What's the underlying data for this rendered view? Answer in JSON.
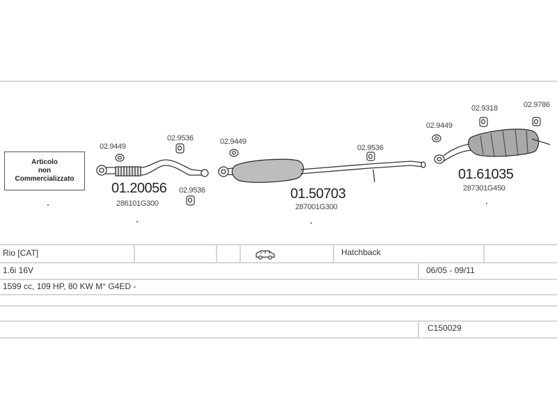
{
  "diagram": {
    "notice": [
      "Articolo",
      "non",
      "Commercializzato"
    ],
    "parts": [
      {
        "number": "01.20056",
        "oe_code": "286101G300"
      },
      {
        "number": "01.50703",
        "oe_code": "287001G300"
      },
      {
        "number": "01.61035",
        "oe_code": "287301G450"
      }
    ],
    "fitting_refs": [
      "02.9449",
      "02.9536",
      "02.9536",
      "02.9449",
      "02.9536",
      "02.9449",
      "02.9318",
      "02.9786"
    ]
  },
  "vehicle": {
    "model": "Rio  [CAT]",
    "body_icon": "car-side-icon",
    "body_type": "Hatchback",
    "engine": "1.6i 16V",
    "years": "06/05 - 09/11",
    "spec": "1599 cc, 109 HP, 80 KW M° G4ED -",
    "kit_code": "C150029"
  }
}
